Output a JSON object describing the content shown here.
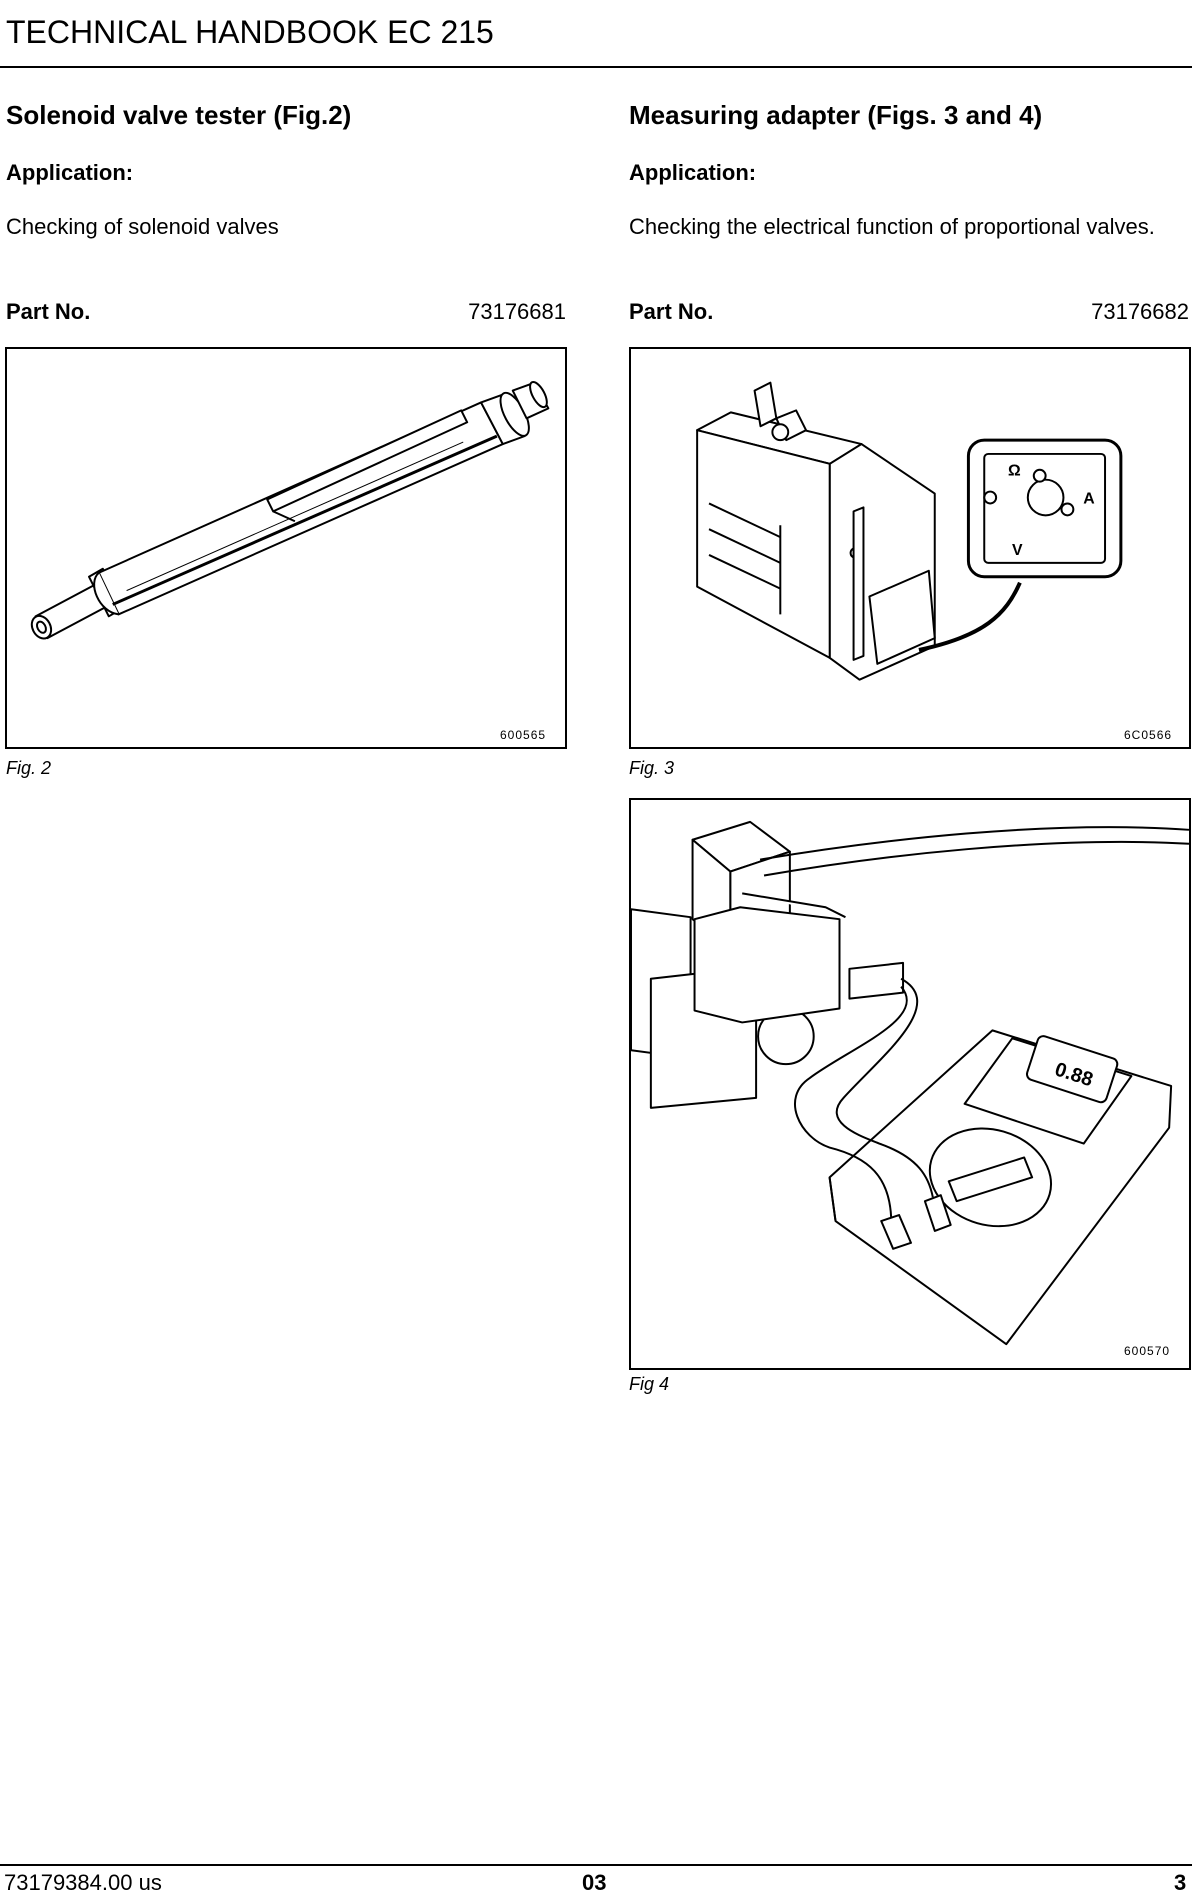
{
  "header": {
    "title": "TECHNICAL HANDBOOK EC 215"
  },
  "left": {
    "title": "Solenoid valve tester (Fig.2)",
    "application_label": "Application:",
    "application_text": "Checking of solenoid valves",
    "part_label": "Part No.",
    "part_number": "73176681",
    "figure": {
      "code": "600565",
      "caption": "Fig. 2"
    }
  },
  "right": {
    "title": "Measuring adapter (Figs. 3 and 4)",
    "application_label": "Application:",
    "application_text": "Checking the electrical function of proportional valves.",
    "part_label": "Part No.",
    "part_number": "73176682",
    "figure3": {
      "code": "6C0566",
      "caption": "Fig. 3",
      "dial_symbols": [
        "Ω",
        "A",
        "V"
      ]
    },
    "figure4": {
      "code": "600570",
      "caption": "Fig 4",
      "meter_reading": "0.88"
    }
  },
  "footer": {
    "doc_number": "73179384.00 us",
    "section": "03",
    "page": "3"
  }
}
